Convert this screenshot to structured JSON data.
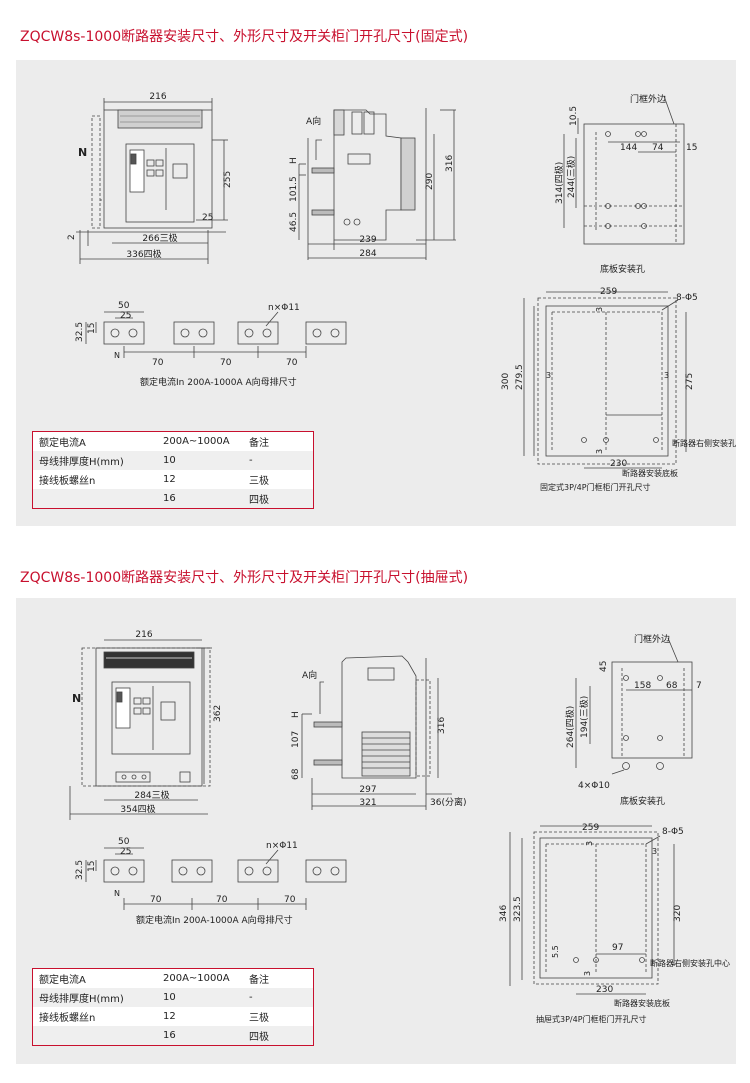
{
  "fixed": {
    "title": "ZQCW8s-1000断路器安装尺寸、外形尺寸及开关柜门开孔尺寸(固定式)",
    "front": {
      "w_top": "216",
      "n_label": "N",
      "h255": "255",
      "d25": "25",
      "d2": "2",
      "w3": "266三极",
      "w4": "336四极"
    },
    "side": {
      "a_dir": "A向",
      "h": "H",
      "d1015": "101.5",
      "d465": "46.5",
      "w239": "239",
      "w284": "284",
      "h290": "290",
      "h316": "316"
    },
    "base": {
      "frame": "门框外边",
      "d105": "10.5",
      "d144": "144",
      "d74": "74",
      "d15": "15",
      "d314": "314(四极)",
      "d244": "244(三极)",
      "caption": "底板安装孔"
    },
    "busbar": {
      "d50": "50",
      "d25": "25",
      "d325": "32.5",
      "d15": "15",
      "hole": "n×Φ11",
      "n": "N",
      "s1": "70",
      "s2": "70",
      "s3": "70",
      "caption": "额定电流In  200A-1000A   A向母排尺寸"
    },
    "door": {
      "w259": "259",
      "holes": "8-Φ5",
      "d3a": "3",
      "d3b": "3",
      "d3c": "3",
      "d3d": "3",
      "h300": "300",
      "h2795": "279.5",
      "h275": "275",
      "w230": "230",
      "right_center": "断路器右侧安装孔中心",
      "plate": "断路器安装底板",
      "caption": "固定式3P/4P门框柜门开孔尺寸"
    },
    "table": {
      "header": [
        "额定电流A",
        "200A~1000A",
        "备注"
      ],
      "rows": [
        [
          "母线排厚度H(mm)",
          "10",
          "-"
        ],
        [
          "接线板螺丝n",
          "12",
          "三极"
        ],
        [
          "",
          "16",
          "四极"
        ]
      ]
    }
  },
  "drawout": {
    "title": "ZQCW8s-1000断路器安装尺寸、外形尺寸及开关柜门开孔尺寸(抽屉式)",
    "front": {
      "w_top": "216",
      "n_label": "N",
      "h362": "362",
      "w3": "284三极",
      "w4": "354四极"
    },
    "side": {
      "a_dir": "A向",
      "h": "H",
      "d107": "107",
      "d68": "68",
      "h316": "316",
      "w297": "297",
      "w321": "321",
      "sep": "36(分离)"
    },
    "base": {
      "frame": "门框外边",
      "d45": "45",
      "d158": "158",
      "d68": "68",
      "d7": "7",
      "d264": "264(四极)",
      "d194": "194(三极)",
      "holes": "4×Φ10",
      "caption": "底板安装孔"
    },
    "busbar": {
      "d50": "50",
      "d25": "25",
      "d325": "32.5",
      "d15": "15",
      "hole": "n×Φ11",
      "n": "N",
      "s1": "70",
      "s2": "70",
      "s3": "70",
      "caption": "额定电流In  200A-1000A   A向母排尺寸"
    },
    "door": {
      "w259": "259",
      "holes": "8-Φ5",
      "d3a": "3",
      "d3b": "3",
      "d3c": "3",
      "h346": "346",
      "h3235": "323.5",
      "h320": "320",
      "d55": "5.5",
      "w97": "97",
      "w230": "230",
      "right_center": "断路器右侧安装孔中心",
      "plate": "断路器安装底板",
      "caption": "抽屉式3P/4P门框柜门开孔尺寸"
    },
    "table": {
      "header": [
        "额定电流A",
        "200A~1000A",
        "备注"
      ],
      "rows": [
        [
          "母线排厚度H(mm)",
          "10",
          "-"
        ],
        [
          "接线板螺丝n",
          "12",
          "三极"
        ],
        [
          "",
          "16",
          "四极"
        ]
      ]
    }
  }
}
